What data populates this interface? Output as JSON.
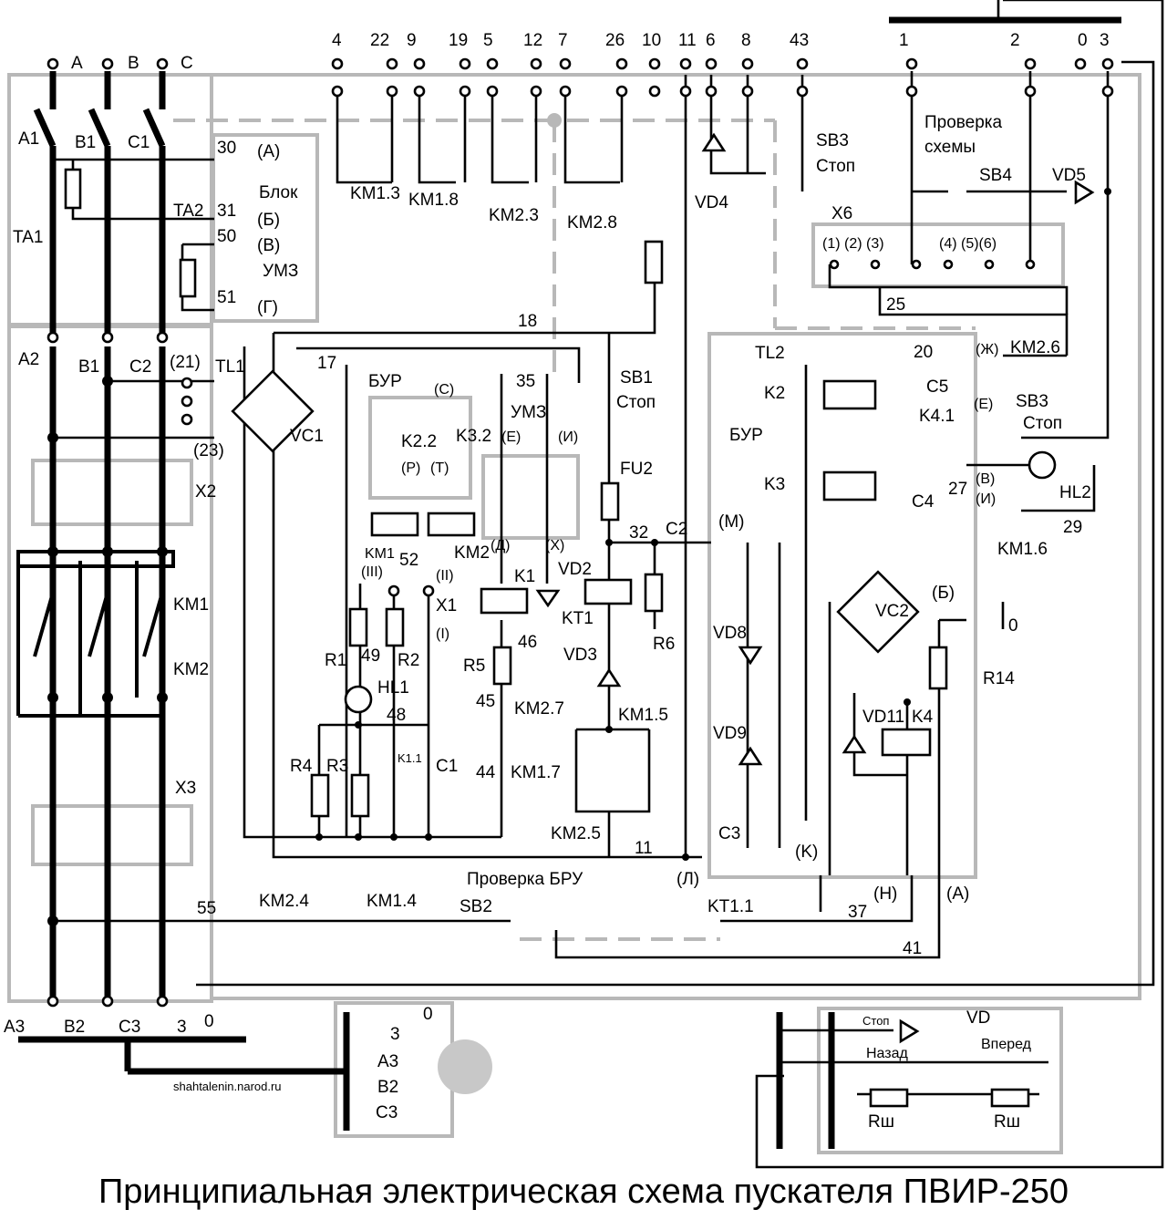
{
  "title": "Принципиальная электрическая схема пускателя ПВИР-250",
  "watermark": "shahtalenin.narod.ru",
  "phases": {
    "a": "A",
    "b": "B",
    "c": "C"
  },
  "top_terminals": {
    "t4": "4",
    "t22": "22",
    "t9": "9",
    "t19": "19",
    "t5": "5",
    "t12": "12",
    "t7": "7",
    "t26": "26",
    "t10": "10",
    "t11": "11",
    "t6": "6",
    "t8": "8",
    "t43": "43"
  },
  "right_terminals": {
    "t1": "1",
    "t2": "2",
    "t0": "0",
    "t3": "3"
  },
  "labels": {
    "a1": "A1",
    "b1": "B1",
    "c1": "C1",
    "ta1": "TA1",
    "ta2": "TA2",
    "n30": "30",
    "n31": "31",
    "n50": "50",
    "n51": "51",
    "pA": "(A)",
    "pB": "(Б)",
    "pV": "(В)",
    "pG": "(Г)",
    "blok": "Блок",
    "umz": "УМЗ",
    "km13": "KM1.3",
    "km18": "KM1.8",
    "km23": "KM2.3",
    "km28": "KM2.8",
    "vd4": "VD4",
    "sb3": "SB3",
    "stop": "Стоп",
    "check1": "Проверка",
    "check2": "схемы",
    "sb4": "SB4",
    "vd5": "VD5",
    "x6": "X6",
    "x6pins": "(1) (2) (3)",
    "x6pins2": "(4) (5)(6)",
    "n25": "25",
    "a2": "A2",
    "b1b": "B1",
    "c2": "C2",
    "tl1": "TL1",
    "p21": "(21)",
    "p23": "(23)",
    "vc1": "VC1",
    "n18": "18",
    "n17": "17",
    "bur": "БУР",
    "pC": "(C)",
    "n35": "35",
    "umz2": "УМЗ",
    "k22": "K2.2",
    "k32": "K3.2",
    "pE": "(E)",
    "pI": "(И)",
    "pR": "(P)",
    "pT": "(T)",
    "km1": "KM1",
    "km2": "KM2",
    "n52": "52",
    "pD": "(Д)",
    "pX": "(X)",
    "k1": "K1",
    "vd2": "VD2",
    "pIII": "(III)",
    "pII": "(II)",
    "x1": "X1",
    "pI1": "(I)",
    "kt1": "KT1",
    "r1": "R1",
    "n49": "49",
    "r2": "R2",
    "hl1": "HL1",
    "n48": "48",
    "n46": "46",
    "r5": "R5",
    "vd3": "VD3",
    "n45": "45",
    "km27": "KM2.7",
    "km15": "KM1.5",
    "n44": "44",
    "km17": "KM1.7",
    "r4": "R4",
    "r3": "R3",
    "k11": "K1.1",
    "c1cap": "C1",
    "km25": "KM2.5",
    "n11": "11",
    "sb1": "SB1",
    "stop2": "Стоп",
    "fu2": "FU2",
    "n32": "32",
    "c2cap": "C2",
    "pM": "(M)",
    "r6": "R6",
    "vd8": "VD8",
    "vd9": "VD9",
    "c3": "C3",
    "pL": "(Л)",
    "tl2": "TL2",
    "k2": "K2",
    "k3": "K3",
    "bur2": "БУР",
    "n20": "20",
    "pZh": "(Ж)",
    "km26": "KM2.6",
    "c5": "C5",
    "k41": "K4.1",
    "pE2": "(E)",
    "sb3b": "SB3",
    "stop3": "Стоп",
    "pV2": "(B)",
    "c4": "C4",
    "n27": "27",
    "pI2": "(И)",
    "hl2": "HL2",
    "n29": "29",
    "km16": "KM1.6",
    "vc2": "VC2",
    "pB2": "(Б)",
    "n0": "0",
    "r14": "R14",
    "vd11": "VD11",
    "k4": "K4",
    "pK": "(K)",
    "n37": "37",
    "pN": "(H)",
    "pA2": "(A)",
    "km1m": "KM1",
    "km2m": "KM2",
    "x2": "X2",
    "x3": "X3",
    "n55": "55",
    "km24": "KM2.4",
    "km14": "KM1.4",
    "checkbru": "Проверка БРУ",
    "sb2": "SB2",
    "kt11": "KT1.1",
    "n41": "41",
    "a3": "A3",
    "b2": "B2",
    "c3b": "C3",
    "n3": "3",
    "n0b": "0",
    "sw0": "0",
    "sw3": "3",
    "swA3": "A3",
    "swB2": "B2",
    "swC3": "C3",
    "rstop": "Стоп",
    "vd": "VD",
    "nazad": "Назад",
    "vpered": "Вперед",
    "rsh1": "Rш",
    "rsh2": "Rш"
  }
}
